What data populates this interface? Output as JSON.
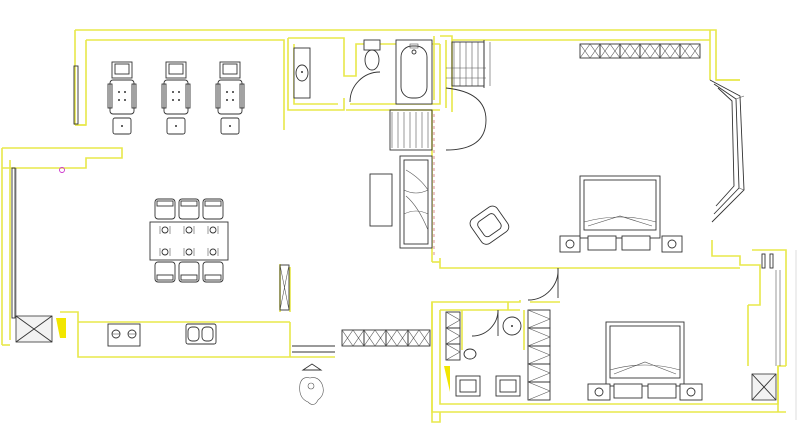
{
  "canvas": {
    "background": "#ffffff"
  },
  "palette": {
    "wall": "#e8e84a",
    "furniture": "#333333",
    "dashed_line": "#d06060",
    "marker": "#cc33cc",
    "highlight": "#f2e600"
  },
  "rooms": [
    {
      "id": "living-dining",
      "chairs": 12,
      "desk_chairs": 3,
      "stove_burners": 2,
      "sink_basins": 2
    },
    {
      "id": "stair-landing"
    },
    {
      "id": "bathroom-top"
    },
    {
      "id": "master-bedroom",
      "beds": 1,
      "nightstands": 2
    },
    {
      "id": "second-bedroom",
      "beds": 1,
      "nightstands": 2
    },
    {
      "id": "bathroom-bottom"
    }
  ]
}
